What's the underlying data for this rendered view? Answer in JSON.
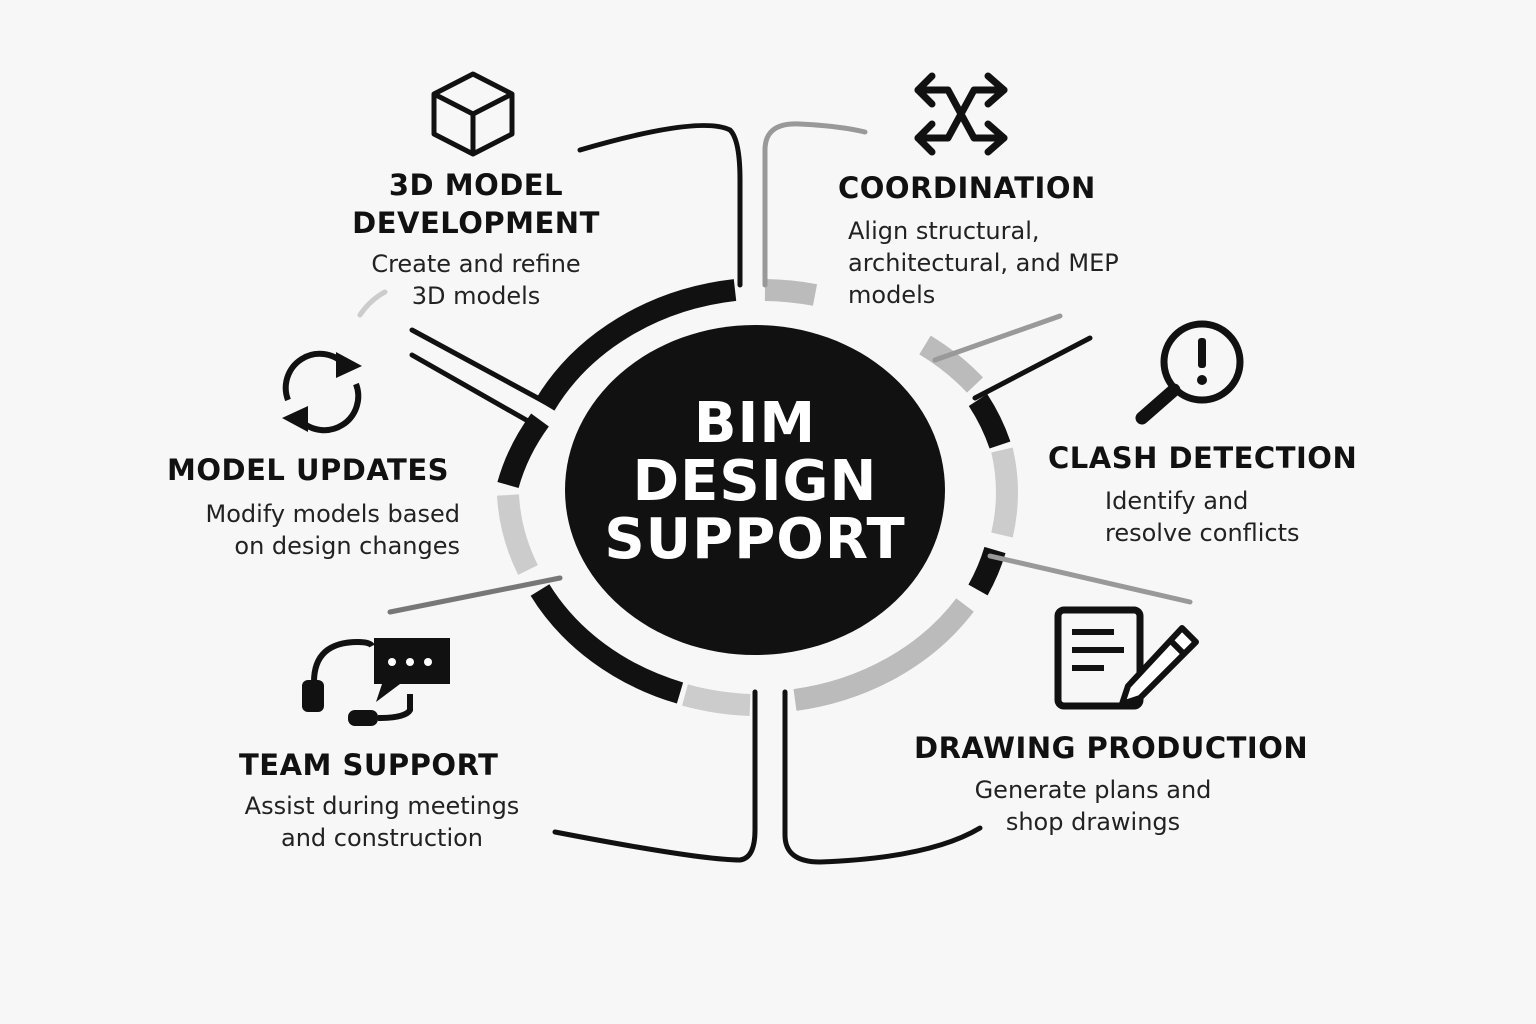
{
  "center": {
    "lines": [
      "BIM",
      "DESIGN",
      "SUPPORT"
    ]
  },
  "nodes": [
    {
      "id": "3d-model",
      "icon": "cube-icon",
      "title": [
        "3D MODEL",
        "DEVELOPMENT"
      ],
      "desc": [
        "Create and refine",
        "3D models"
      ]
    },
    {
      "id": "coordination",
      "icon": "crossing-arrows-icon",
      "title": [
        "COORDINATION"
      ],
      "desc": [
        "Align structural,",
        "architectural, and MEP",
        "models"
      ]
    },
    {
      "id": "clash",
      "icon": "magnifier-alert-icon",
      "title": [
        "CLASH DETECTION"
      ],
      "desc": [
        "Identify and",
        "resolve conflicts"
      ]
    },
    {
      "id": "updates",
      "icon": "refresh-icon",
      "title": [
        "MODEL UPDATES"
      ],
      "desc": [
        "Modify models based",
        "on design changes"
      ]
    },
    {
      "id": "team",
      "icon": "headset-chat-icon",
      "title": [
        "TEAM SUPPORT"
      ],
      "desc": [
        "Assist during meetings",
        "and construction"
      ]
    },
    {
      "id": "drawing",
      "icon": "document-pencil-icon",
      "title": [
        "DRAWING PRODUCTION"
      ],
      "desc": [
        "Generate plans and",
        "shop drawings"
      ]
    }
  ],
  "colors": {
    "dark": "#111111",
    "gray": "#bdbdbd",
    "background": "#f7f7f7"
  }
}
